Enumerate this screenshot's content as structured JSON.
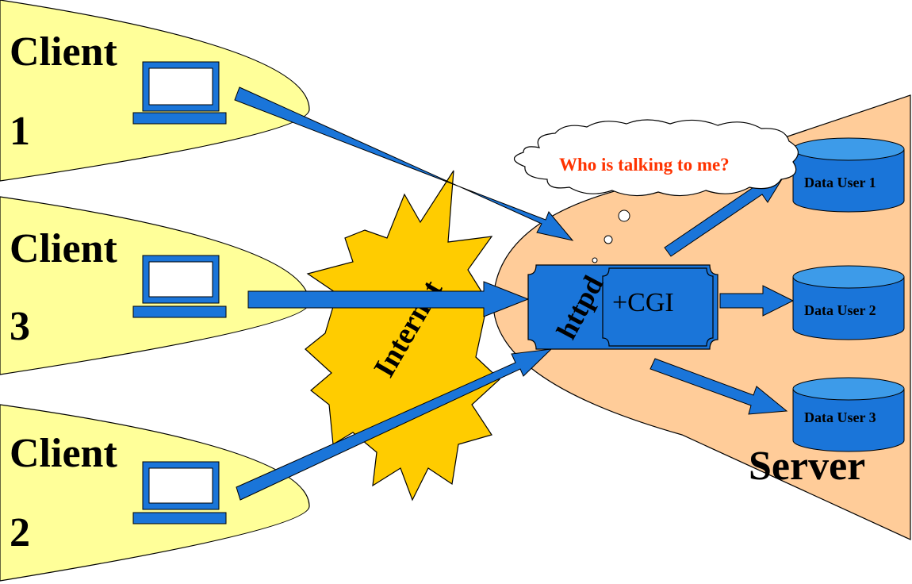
{
  "clients": [
    {
      "label": "Client",
      "number": "1"
    },
    {
      "label": "Client",
      "number": "3"
    },
    {
      "label": "Client",
      "number": "2"
    }
  ],
  "internet_label": "Internet",
  "server_label": "Server",
  "httpd_label": "httpd",
  "cgi_label": "+CGI",
  "thought_text": "Who is talking to me?",
  "databases": [
    "Data User 1",
    "Data User 2",
    "Data User 3"
  ],
  "colors": {
    "client_fill": "#ffff99",
    "server_fill": "#ffcc99",
    "internet_fill": "#ffcc00",
    "arrow_fill": "#1a75d9",
    "thought_text": "#ff3300",
    "db_top": "#3d9be9"
  }
}
